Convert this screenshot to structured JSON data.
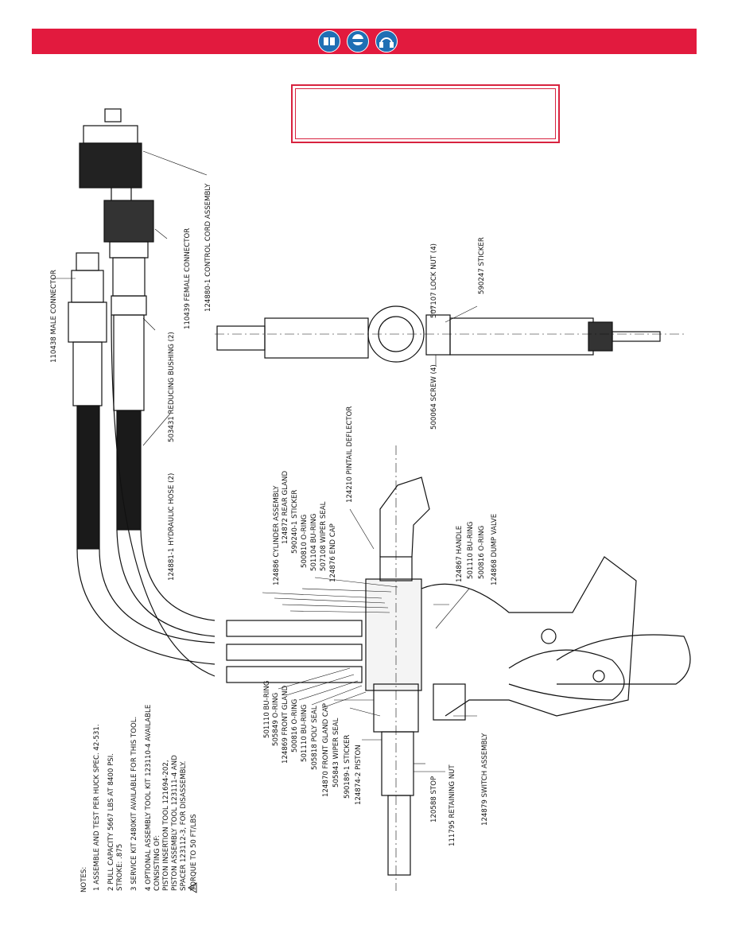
{
  "header": {
    "bar_color": "#e21a3e",
    "icons": [
      "manual-icon",
      "safety-glasses-icon",
      "ear-protection-icon"
    ]
  },
  "notes": {
    "heading": "NOTES:",
    "items": [
      "1   ASSEMBLE AND TEST PER HUCK SPEC. 42-531.",
      "2   PULL CAPACITY 5667 LBS AT 8400 PSI.",
      "     STROKE: .875",
      "3   SERVICE KIT 2480KIT AVAILABLE FOR THIS TOOL.",
      "4   OPTIONAL ASSEMBLY TOOL KIT 123110-4 AVAILABLE",
      "     CONSISTING OF:",
      "     PISTON INSERTION TOOL 121694-202,",
      "     PISTON ASSEMBLY TOOL 123111-4 AND",
      "     SPACER 123112-3, FOR DISASSEMBLY.",
      "     TORQUE TO 50 FT/LBS"
    ]
  },
  "labels": {
    "male_connector": "110438 MALE CONNECTOR",
    "reducing_bushing": "503431 REDUCING BUSHING (2)",
    "female_connector": "110439 FEMALE CONNECTOR",
    "control_cord": "124880-1 CONTROL CORD ASSEMBLY",
    "hydraulic_hose": "124881-1 HYDRAULIC HOSE (2)",
    "lock_nut": "507107 LOCK NUT (4)",
    "sticker_590247": "590247 STICKER",
    "screw": "500064 SCREW (4)",
    "pintail_deflector": "124210 PINTAIL DEFLECTOR",
    "cylinder_assembly": "124886 CYLINDER ASSEMBLY",
    "rear_gland": "124872 REAR GLAND",
    "sticker_590240": "590240-1 STICKER",
    "oring_500810": "500810 O-RING",
    "buring_501104": "501104 BU-RING",
    "wiper_507108": "507108 WIPER SEAL",
    "end_cap": "124876 END CAP",
    "handle": "124867 HANDLE",
    "buring_501110b": "501110 BU-RING",
    "oring_500816b": "500816 O-RING",
    "dump_valve": "124868 DUMP VALVE",
    "buring_501110": "501110 BU-RING",
    "oring_505849": "505849 O-RING",
    "front_gland": "124869 FRONT GLAND",
    "oring_500816": "500816 O-RING",
    "buring_501110c": "501110 BU-RING",
    "poly_seal": "505818 POLY SEAL",
    "front_gland_cap": "124870 FRONT GLAND CAP",
    "wiper_505843": "505843 WIPER SEAL",
    "sticker_590189": "590189-1 STICKER",
    "piston": "124874-2 PISTON",
    "stop": "120588 STOP",
    "retaining_nut": "111795 RETAINING NUT",
    "switch_assembly": "124879 SWITCH ASSEMBLY",
    "note4_mark": "4"
  }
}
